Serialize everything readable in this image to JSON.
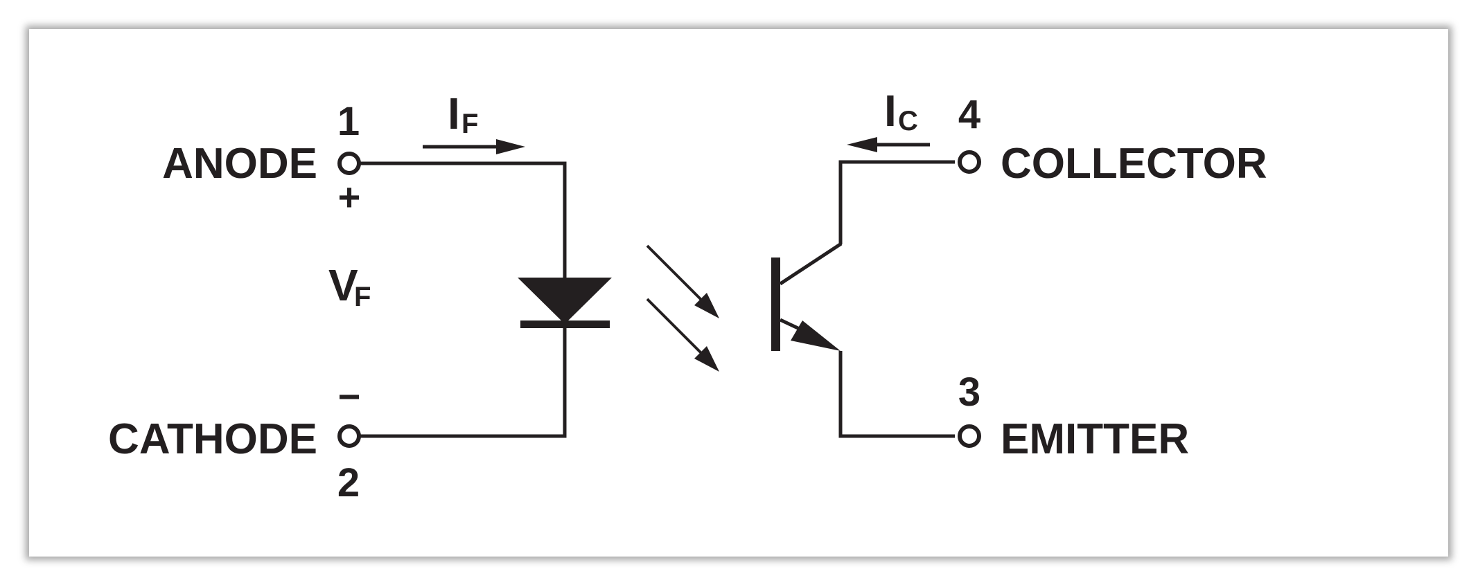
{
  "colors": {
    "ink": "#231f20",
    "background": "#ffffff",
    "frame_shadow": "#9a9a9a"
  },
  "labels": {
    "anode": "ANODE",
    "cathode": "CATHODE",
    "collector": "COLLECTOR",
    "emitter": "EMITTER",
    "pin1": "1",
    "pin2": "2",
    "pin3": "3",
    "pin4": "4",
    "plus": "+",
    "minus": "−",
    "forward_current_main": "I",
    "forward_current_sub": "F",
    "forward_voltage_main": "V",
    "forward_voltage_sub": "F",
    "collector_current_main": "I",
    "collector_current_sub": "C"
  }
}
